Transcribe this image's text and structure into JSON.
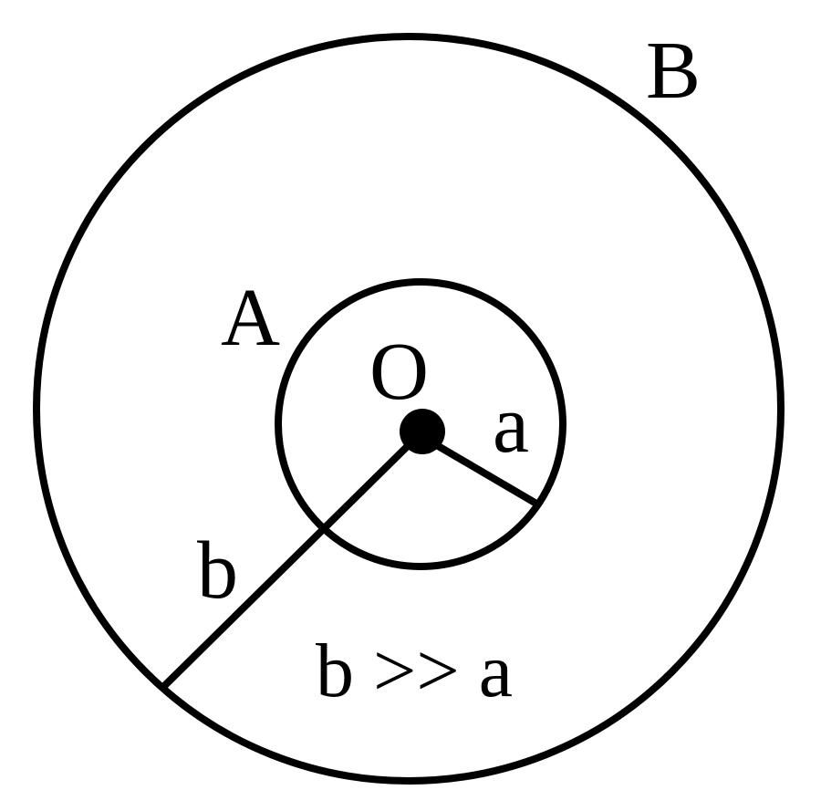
{
  "labels": {
    "outer_circle": "B",
    "inner_circle": "A",
    "center": "O",
    "inner_radius": "a",
    "outer_radius": "b",
    "condition": "b >> a"
  },
  "colors": {
    "ink": "#000000",
    "background": "#ffffff"
  }
}
